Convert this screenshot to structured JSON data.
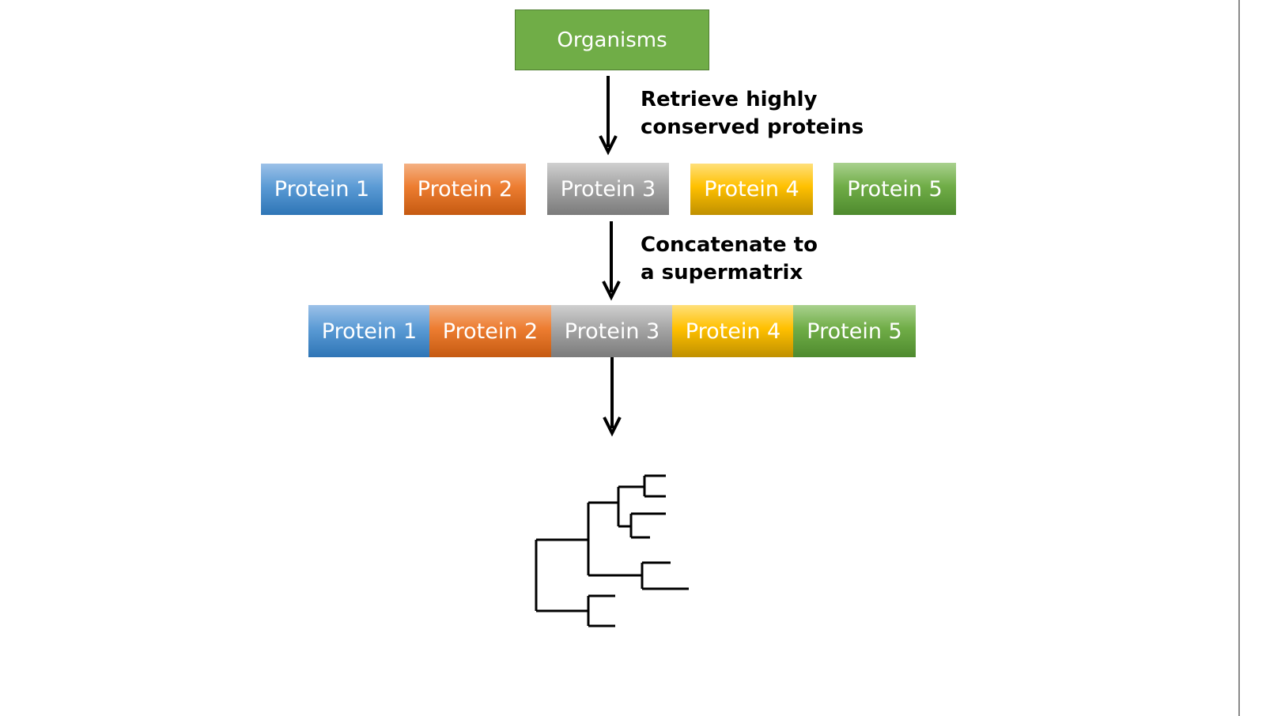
{
  "diagram": {
    "organisms_label": "Organisms",
    "step1_caption": [
      "Retrieve highly",
      "conserved proteins"
    ],
    "step2_caption": [
      "Concatenate to",
      "a supermatrix"
    ],
    "separate_proteins": [
      "Protein 1",
      "Protein 2",
      "Protein 3",
      "Protein 4",
      "Protein 5"
    ],
    "supermatrix_proteins": [
      "Protein 1",
      "Protein 2",
      "Protein 3",
      "Protein 4",
      "Protein 5"
    ],
    "protein_colors": [
      "#5b9bd5",
      "#ed7d31",
      "#a5a5a5",
      "#ffc000",
      "#70ad47"
    ],
    "organisms_color": "#70ad47",
    "tree_icon": "phylogenetic-tree-icon"
  }
}
